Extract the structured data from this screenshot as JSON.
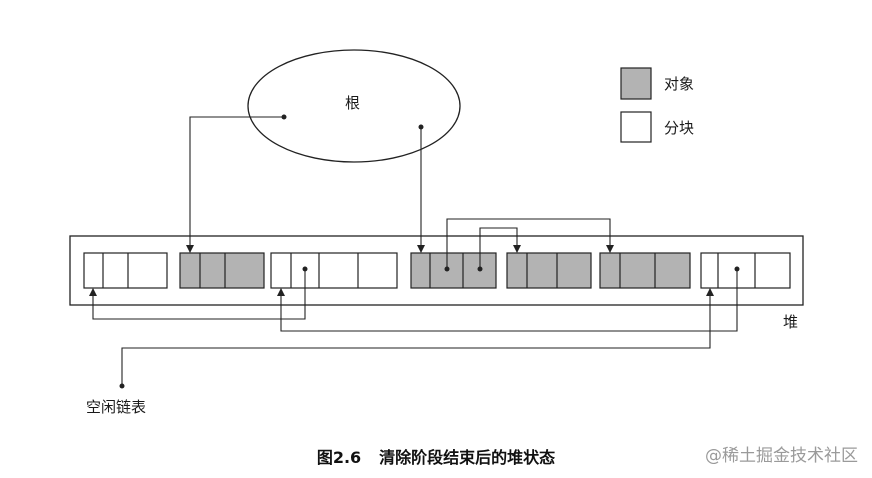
{
  "root_label": "根",
  "heap_label": "堆",
  "free_list_label": "空闲链表",
  "legend": {
    "object": "对象",
    "chunk": "分块",
    "object_color": "#b3b3b3",
    "chunk_color": "#ffffff"
  },
  "caption": {
    "number": "图2.6",
    "title": "清除阶段结束后的堆状态"
  },
  "watermark": "@稀土掘金技术社区"
}
